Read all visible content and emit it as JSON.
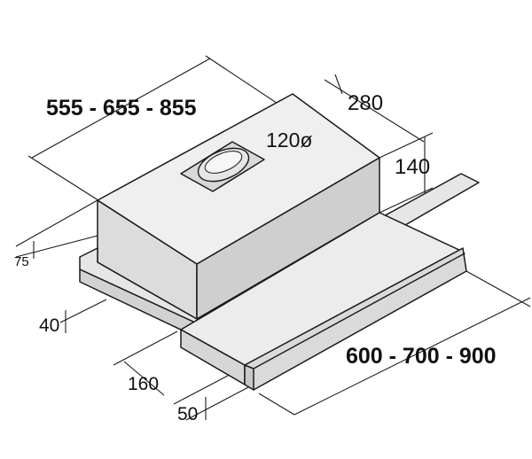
{
  "dimensions": {
    "width_set": "555 - 655 - 855",
    "depth": "280",
    "duct_diameter": "120ø",
    "height": "140",
    "drawer_width_set": "600 - 700 - 900",
    "offset_75": "75",
    "offset_40": "40",
    "offset_160": "160",
    "offset_50": "50"
  },
  "colors": {
    "stroke": "#1a1a1a",
    "body_light": "#eeeeee",
    "body_mid": "#dedede",
    "body_dark": "#cfcfcf"
  }
}
